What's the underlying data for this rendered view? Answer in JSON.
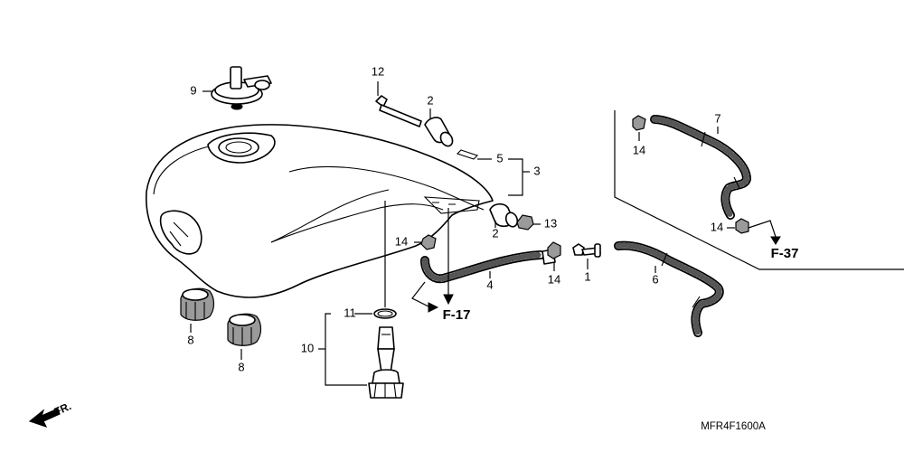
{
  "callouts": {
    "c1": "1",
    "c2a": "2",
    "c2b": "2",
    "c3": "3",
    "c4": "4",
    "c5": "5",
    "c6": "6",
    "c7": "7",
    "c8a": "8",
    "c8b": "8",
    "c9": "9",
    "c10": "10",
    "c11": "11",
    "c12": "12",
    "c13": "13",
    "c14a": "14",
    "c14b": "14",
    "c14c": "14",
    "c14d": "14"
  },
  "references": {
    "f17": "F-17",
    "f37": "F-37"
  },
  "orientation": {
    "front": "FR."
  },
  "diagram_code": "MFR4F1600A",
  "colors": {
    "line": "#000000",
    "background": "#ffffff",
    "shade": "#9a9a9a"
  }
}
